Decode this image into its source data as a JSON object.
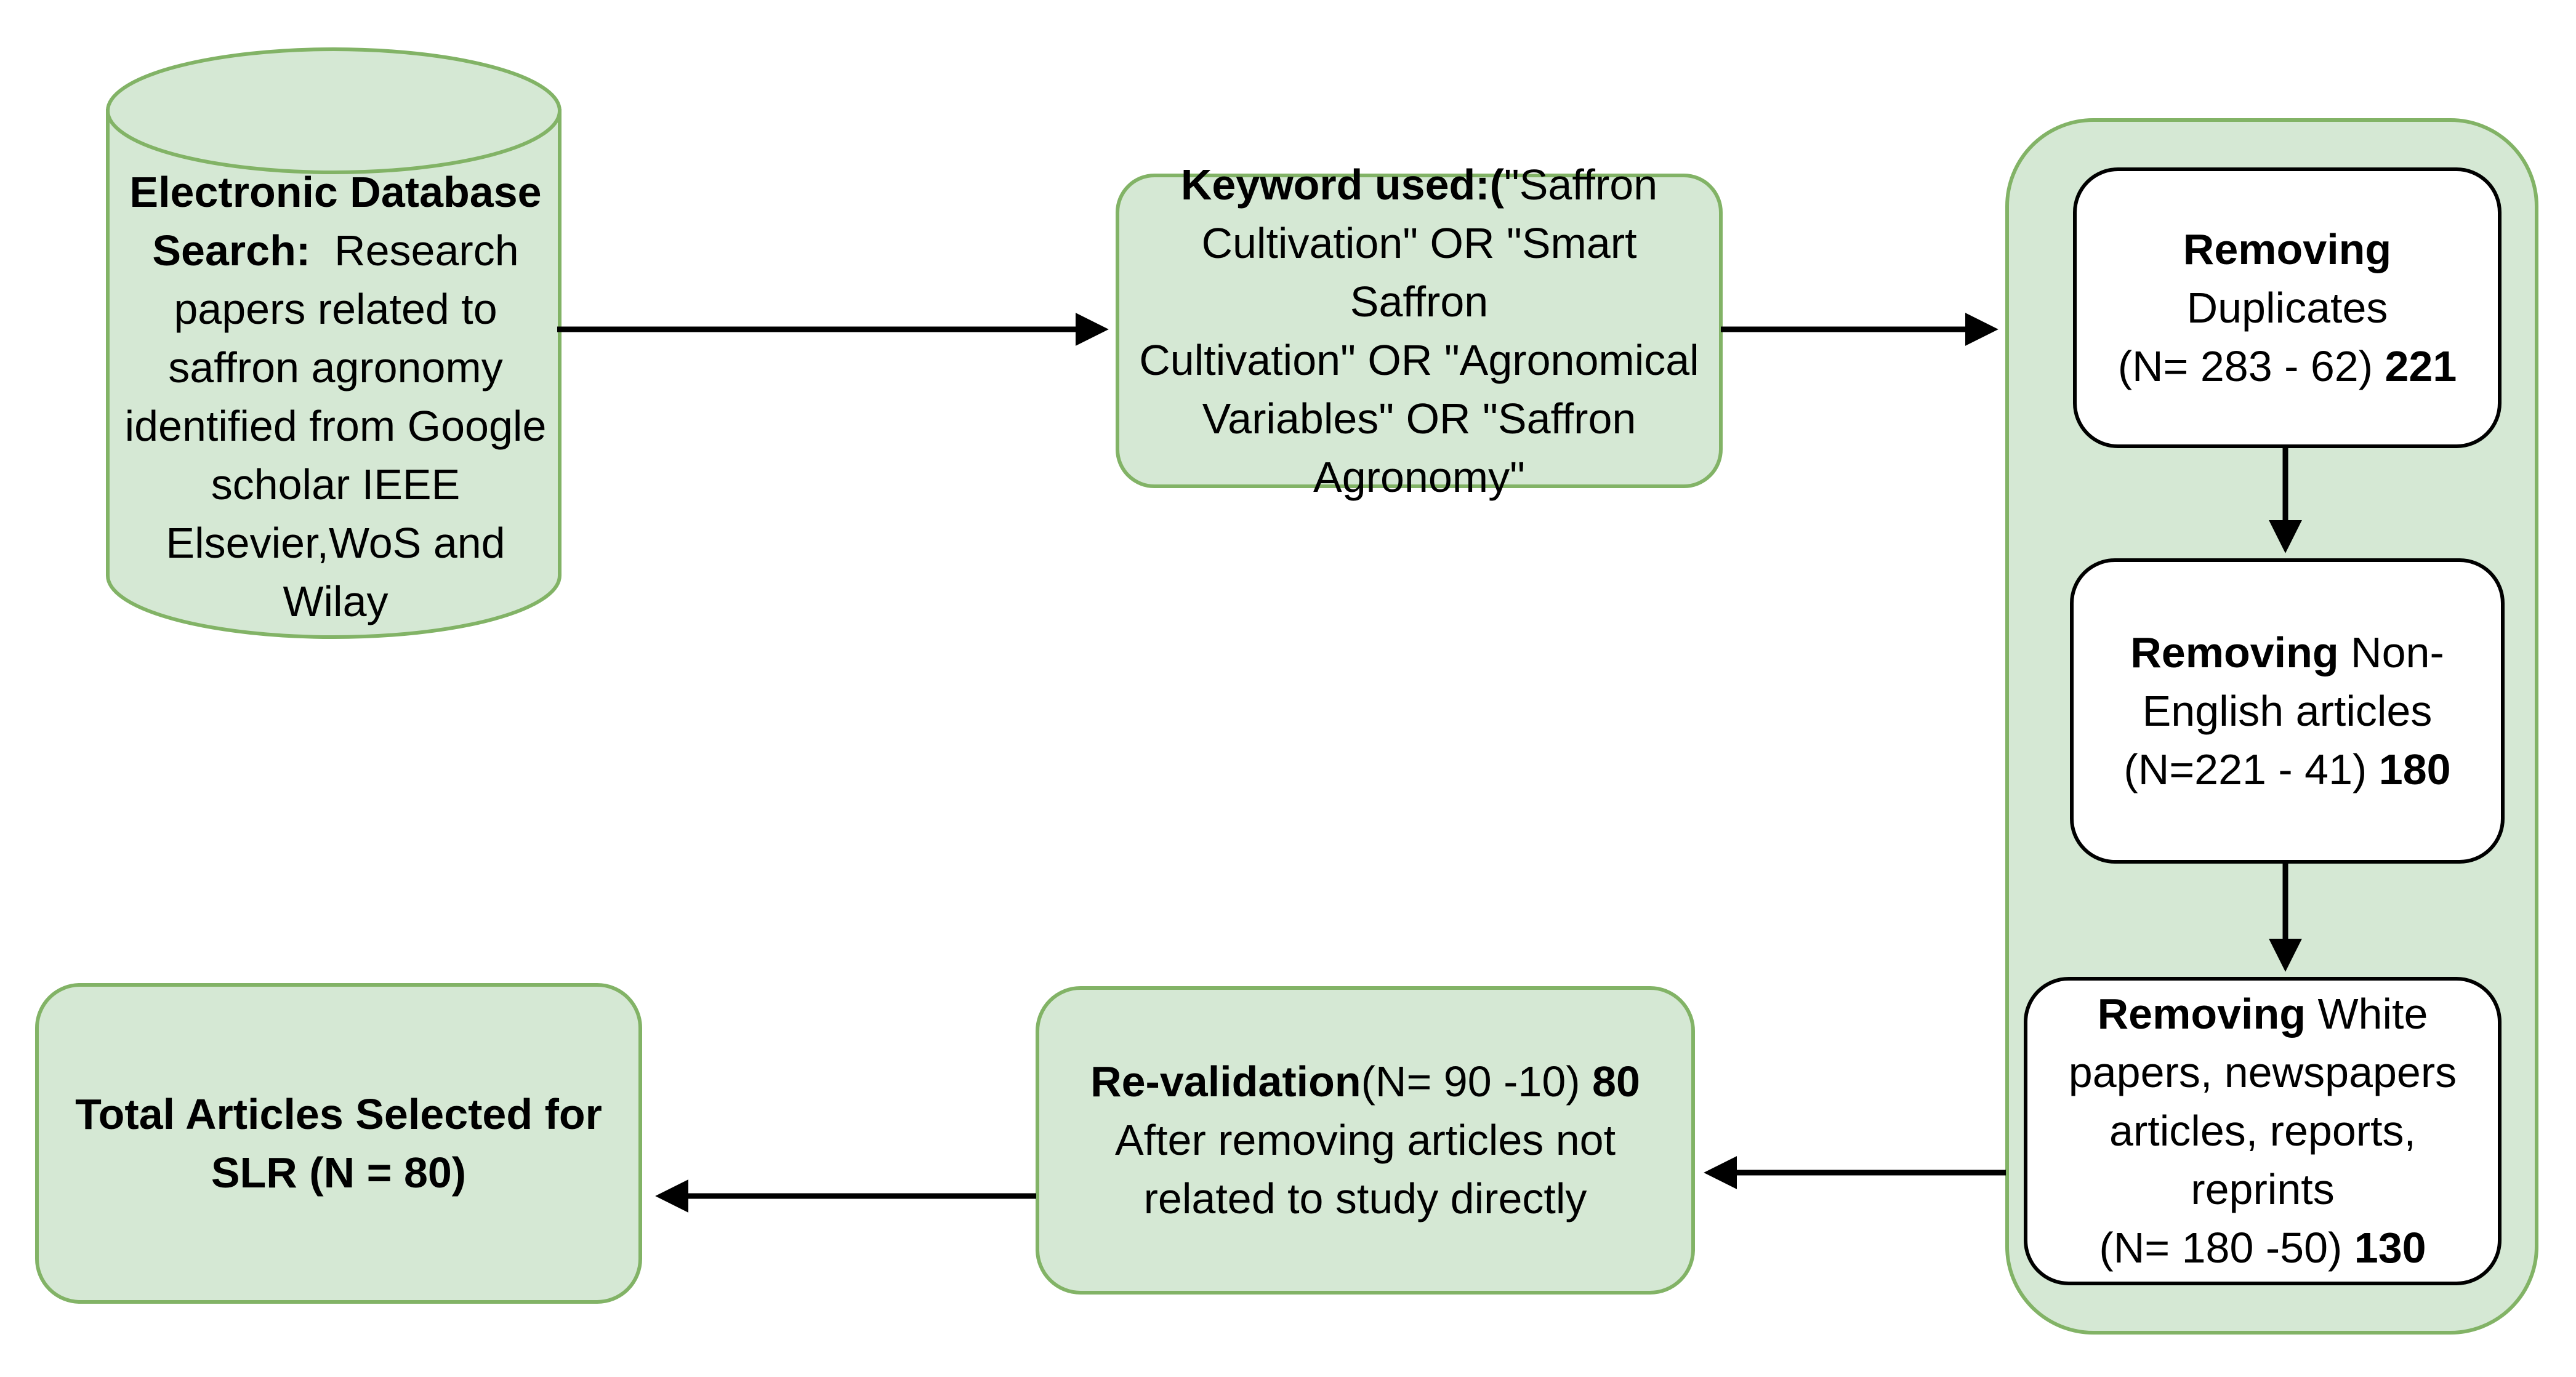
{
  "diagram": {
    "colors": {
      "node_fill": "#d5e8d4",
      "node_stroke": "#82b366",
      "inner_fill": "#ffffff",
      "inner_stroke": "#000000",
      "arrow": "#000000",
      "text": "#000000",
      "background": "#ffffff"
    },
    "nodes": {
      "database": {
        "shape": "cylinder",
        "lines": [
          [
            {
              "t": "Electronic Database",
              "b": true
            }
          ],
          [
            {
              "t": "Search:",
              "b": true
            },
            {
              "t": "  Research",
              "b": false
            }
          ],
          [
            {
              "t": "papers related to",
              "b": false
            }
          ],
          [
            {
              "t": "saffron agronomy",
              "b": false
            }
          ],
          [
            {
              "t": "identified from Google",
              "b": false
            }
          ],
          [
            {
              "t": "scholar IEEE",
              "b": false
            }
          ],
          [
            {
              "t": "Elsevier,WoS and",
              "b": false
            }
          ],
          [
            {
              "t": "Wilay",
              "b": false
            }
          ]
        ]
      },
      "keywords": {
        "shape": "rounded-rect",
        "lines": [
          [
            {
              "t": "Keyword used:(",
              "b": true
            },
            {
              "t": "\"Saffron",
              "b": false
            }
          ],
          [
            {
              "t": "Cultivation\" OR \"Smart Saffron",
              "b": false
            }
          ],
          [
            {
              "t": "Cultivation\" OR \"Agronomical",
              "b": false
            }
          ],
          [
            {
              "t": "Variables\" OR \"Saffron",
              "b": false
            }
          ],
          [
            {
              "t": "Agronomy\"",
              "b": false
            }
          ]
        ]
      },
      "screening_container": {
        "shape": "rounded-rect",
        "lines": []
      },
      "dedup": {
        "shape": "rounded-rect",
        "lines": [
          [
            {
              "t": "Removing",
              "b": true
            },
            {
              "t": " Duplicates",
              "b": false
            }
          ],
          [
            {
              "t": "(N= 283 - 62) ",
              "b": false
            },
            {
              "t": "221",
              "b": true
            }
          ]
        ]
      },
      "non_english": {
        "shape": "rounded-rect",
        "lines": [
          [
            {
              "t": "Removing",
              "b": true
            },
            {
              "t": " Non-",
              "b": false
            }
          ],
          [
            {
              "t": "English articles",
              "b": false
            }
          ],
          [
            {
              "t": "(N=221 - 41) ",
              "b": false
            },
            {
              "t": "180",
              "b": true
            }
          ]
        ]
      },
      "white_papers": {
        "shape": "rounded-rect",
        "lines": [
          [
            {
              "t": "Removing",
              "b": true
            },
            {
              "t": " White",
              "b": false
            }
          ],
          [
            {
              "t": "papers, newspapers",
              "b": false
            }
          ],
          [
            {
              "t": "articles, reports,",
              "b": false
            }
          ],
          [
            {
              "t": "reprints",
              "b": false
            }
          ],
          [
            {
              "t": "(N= 180 -50) ",
              "b": false
            },
            {
              "t": "130",
              "b": true
            }
          ]
        ]
      },
      "revalidation": {
        "shape": "rounded-rect",
        "lines": [
          [
            {
              "t": "Re-validation",
              "b": true
            },
            {
              "t": "(N= 90 -10) ",
              "b": false
            },
            {
              "t": "80",
              "b": true
            }
          ],
          [
            {
              "t": "After removing articles not",
              "b": false
            }
          ],
          [
            {
              "t": "related to study directly",
              "b": false
            }
          ]
        ]
      },
      "total": {
        "shape": "rounded-rect",
        "lines": [
          [
            {
              "t": "Total Articles Selected for",
              "b": true
            }
          ],
          [
            {
              "t": "SLR (N = 80)",
              "b": true
            }
          ]
        ]
      }
    },
    "edges": [
      {
        "from": "database",
        "to": "keywords",
        "direction": "right"
      },
      {
        "from": "keywords",
        "to": "screening_container",
        "direction": "right"
      },
      {
        "from": "dedup",
        "to": "non_english",
        "direction": "down"
      },
      {
        "from": "non_english",
        "to": "white_papers",
        "direction": "down"
      },
      {
        "from": "screening_container",
        "to": "revalidation",
        "direction": "left"
      },
      {
        "from": "revalidation",
        "to": "total",
        "direction": "left"
      }
    ]
  }
}
